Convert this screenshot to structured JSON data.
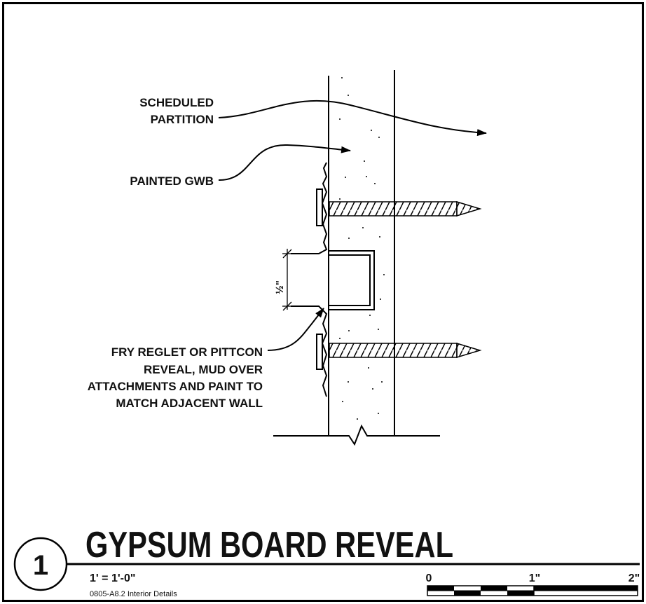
{
  "labels": {
    "scheduled_partition_1": "SCHEDULED",
    "scheduled_partition_2": "PARTITION",
    "painted_gwb": "PAINTED GWB",
    "reveal_1": "FRY REGLET OR PITTCON",
    "reveal_2": "REVEAL, MUD OVER",
    "reveal_3": "ATTACHMENTS AND PAINT TO",
    "reveal_4": "MATCH ADJACENT WALL",
    "dimension": "½\""
  },
  "title_block": {
    "detail_number": "1",
    "title": "GYPSUM BOARD REVEAL",
    "scale": "1' = 1'-0\"",
    "sheet_ref": "0805-A8.2 Interior Details"
  },
  "scale_bar": {
    "tick_0": "0",
    "tick_1": "1\"",
    "tick_2": "2\""
  }
}
